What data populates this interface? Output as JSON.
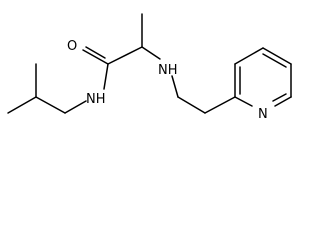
{
  "molecule": {
    "atoms": {
      "carbonyl_oxygen": "O",
      "amide_nh": "NH",
      "amine_nh": "NH",
      "ring_nitrogen": "N"
    }
  }
}
